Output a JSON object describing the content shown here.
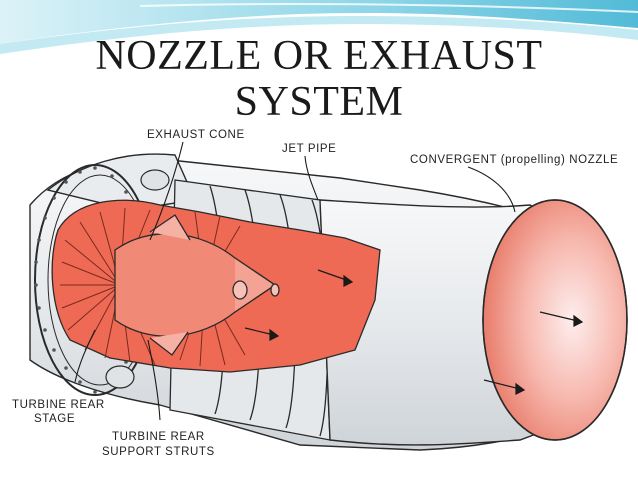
{
  "slide": {
    "title_line1": "NOZZLE OR EXHAUST",
    "title_line2": "SYSTEM"
  },
  "labels": {
    "exhaust_cone": "EXHAUST CONE",
    "jet_pipe": "JET PIPE",
    "convergent_nozzle": "CONVERGENT (propelling) NOZZLE",
    "turbine_rear_stage_1": "TURBINE REAR",
    "turbine_rear_stage_2": "STAGE",
    "support_struts_1": "TURBINE REAR",
    "support_struts_2": "SUPPORT STRUTS"
  },
  "colors": {
    "accent_teal": "#5fc3dc",
    "hot_section": "#ee6a55",
    "casing": "#eef0f2",
    "outline": "#2a2a2a"
  }
}
